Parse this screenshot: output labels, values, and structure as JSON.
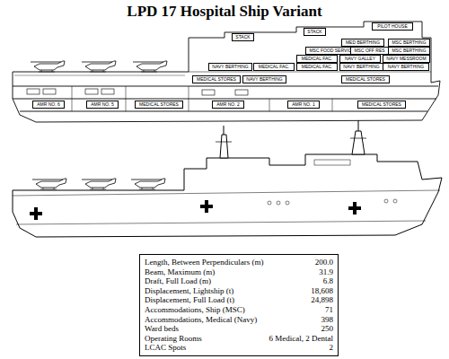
{
  "diagram": {
    "title": "LPD 17 Hospital Ship Variant",
    "nodes": [
      {
        "text": [
          "STACK"
        ]
      },
      {
        "text": [
          "STACK"
        ]
      },
      {
        "text": [
          "PILOT HOUSE"
        ]
      },
      {
        "text": [
          "MED BERTHING"
        ]
      },
      {
        "text": [
          "MSC BERTHING"
        ]
      },
      {
        "text": [
          "MSC FOOD SERVICE"
        ]
      },
      {
        "text": [
          "MSC OFF RES"
        ]
      },
      {
        "text": [
          "MSC BERTHING"
        ]
      },
      {
        "text": [
          "MEDICAL FAC."
        ]
      },
      {
        "text": [
          "NAVY GALLEY"
        ]
      },
      {
        "text": [
          "NAVY MESSROOM"
        ]
      },
      {
        "text": [
          "NAVY BERTHING"
        ]
      },
      {
        "text": [
          "MEDICAL FAC."
        ]
      },
      {
        "text": [
          "MEDICAL FAC."
        ]
      },
      {
        "text": [
          "NAVY BERTHING"
        ]
      },
      {
        "text": [
          "NAVY BERTHING"
        ]
      },
      {
        "text": [
          "MEDICAL STORES"
        ]
      },
      {
        "text": [
          "NAVY BERTHING"
        ]
      },
      {
        "text": [
          "MEDICAL STORES"
        ]
      },
      {
        "text": [
          "AMR NO. 6"
        ]
      },
      {
        "text": [
          "AMR NO. 5"
        ]
      },
      {
        "text": [
          "MEDICAL STORES"
        ]
      },
      {
        "text": [
          "AMR NO. 2"
        ]
      },
      {
        "text": [
          "AMR NO. 1"
        ]
      },
      {
        "text": [
          "MEDICAL STORES"
        ]
      }
    ],
    "labels": [
      "Length, Between Perpendiculars (m)",
      "200.0",
      "Beam, Maximum (m)",
      "31.9",
      "Draft, Full Load (m)",
      "6.8",
      "Displacement, Lightship (t)",
      "18,608",
      "Displacement, Full Load (t)",
      "24,898",
      "Accommodations, Ship (MSC)",
      "71",
      "Accommodations, Medical (Navy)",
      "398",
      "Ward beds",
      "250",
      "Operating Rooms",
      "6 Medical, 2 Dental",
      "LCAC Spots",
      "2"
    ]
  }
}
